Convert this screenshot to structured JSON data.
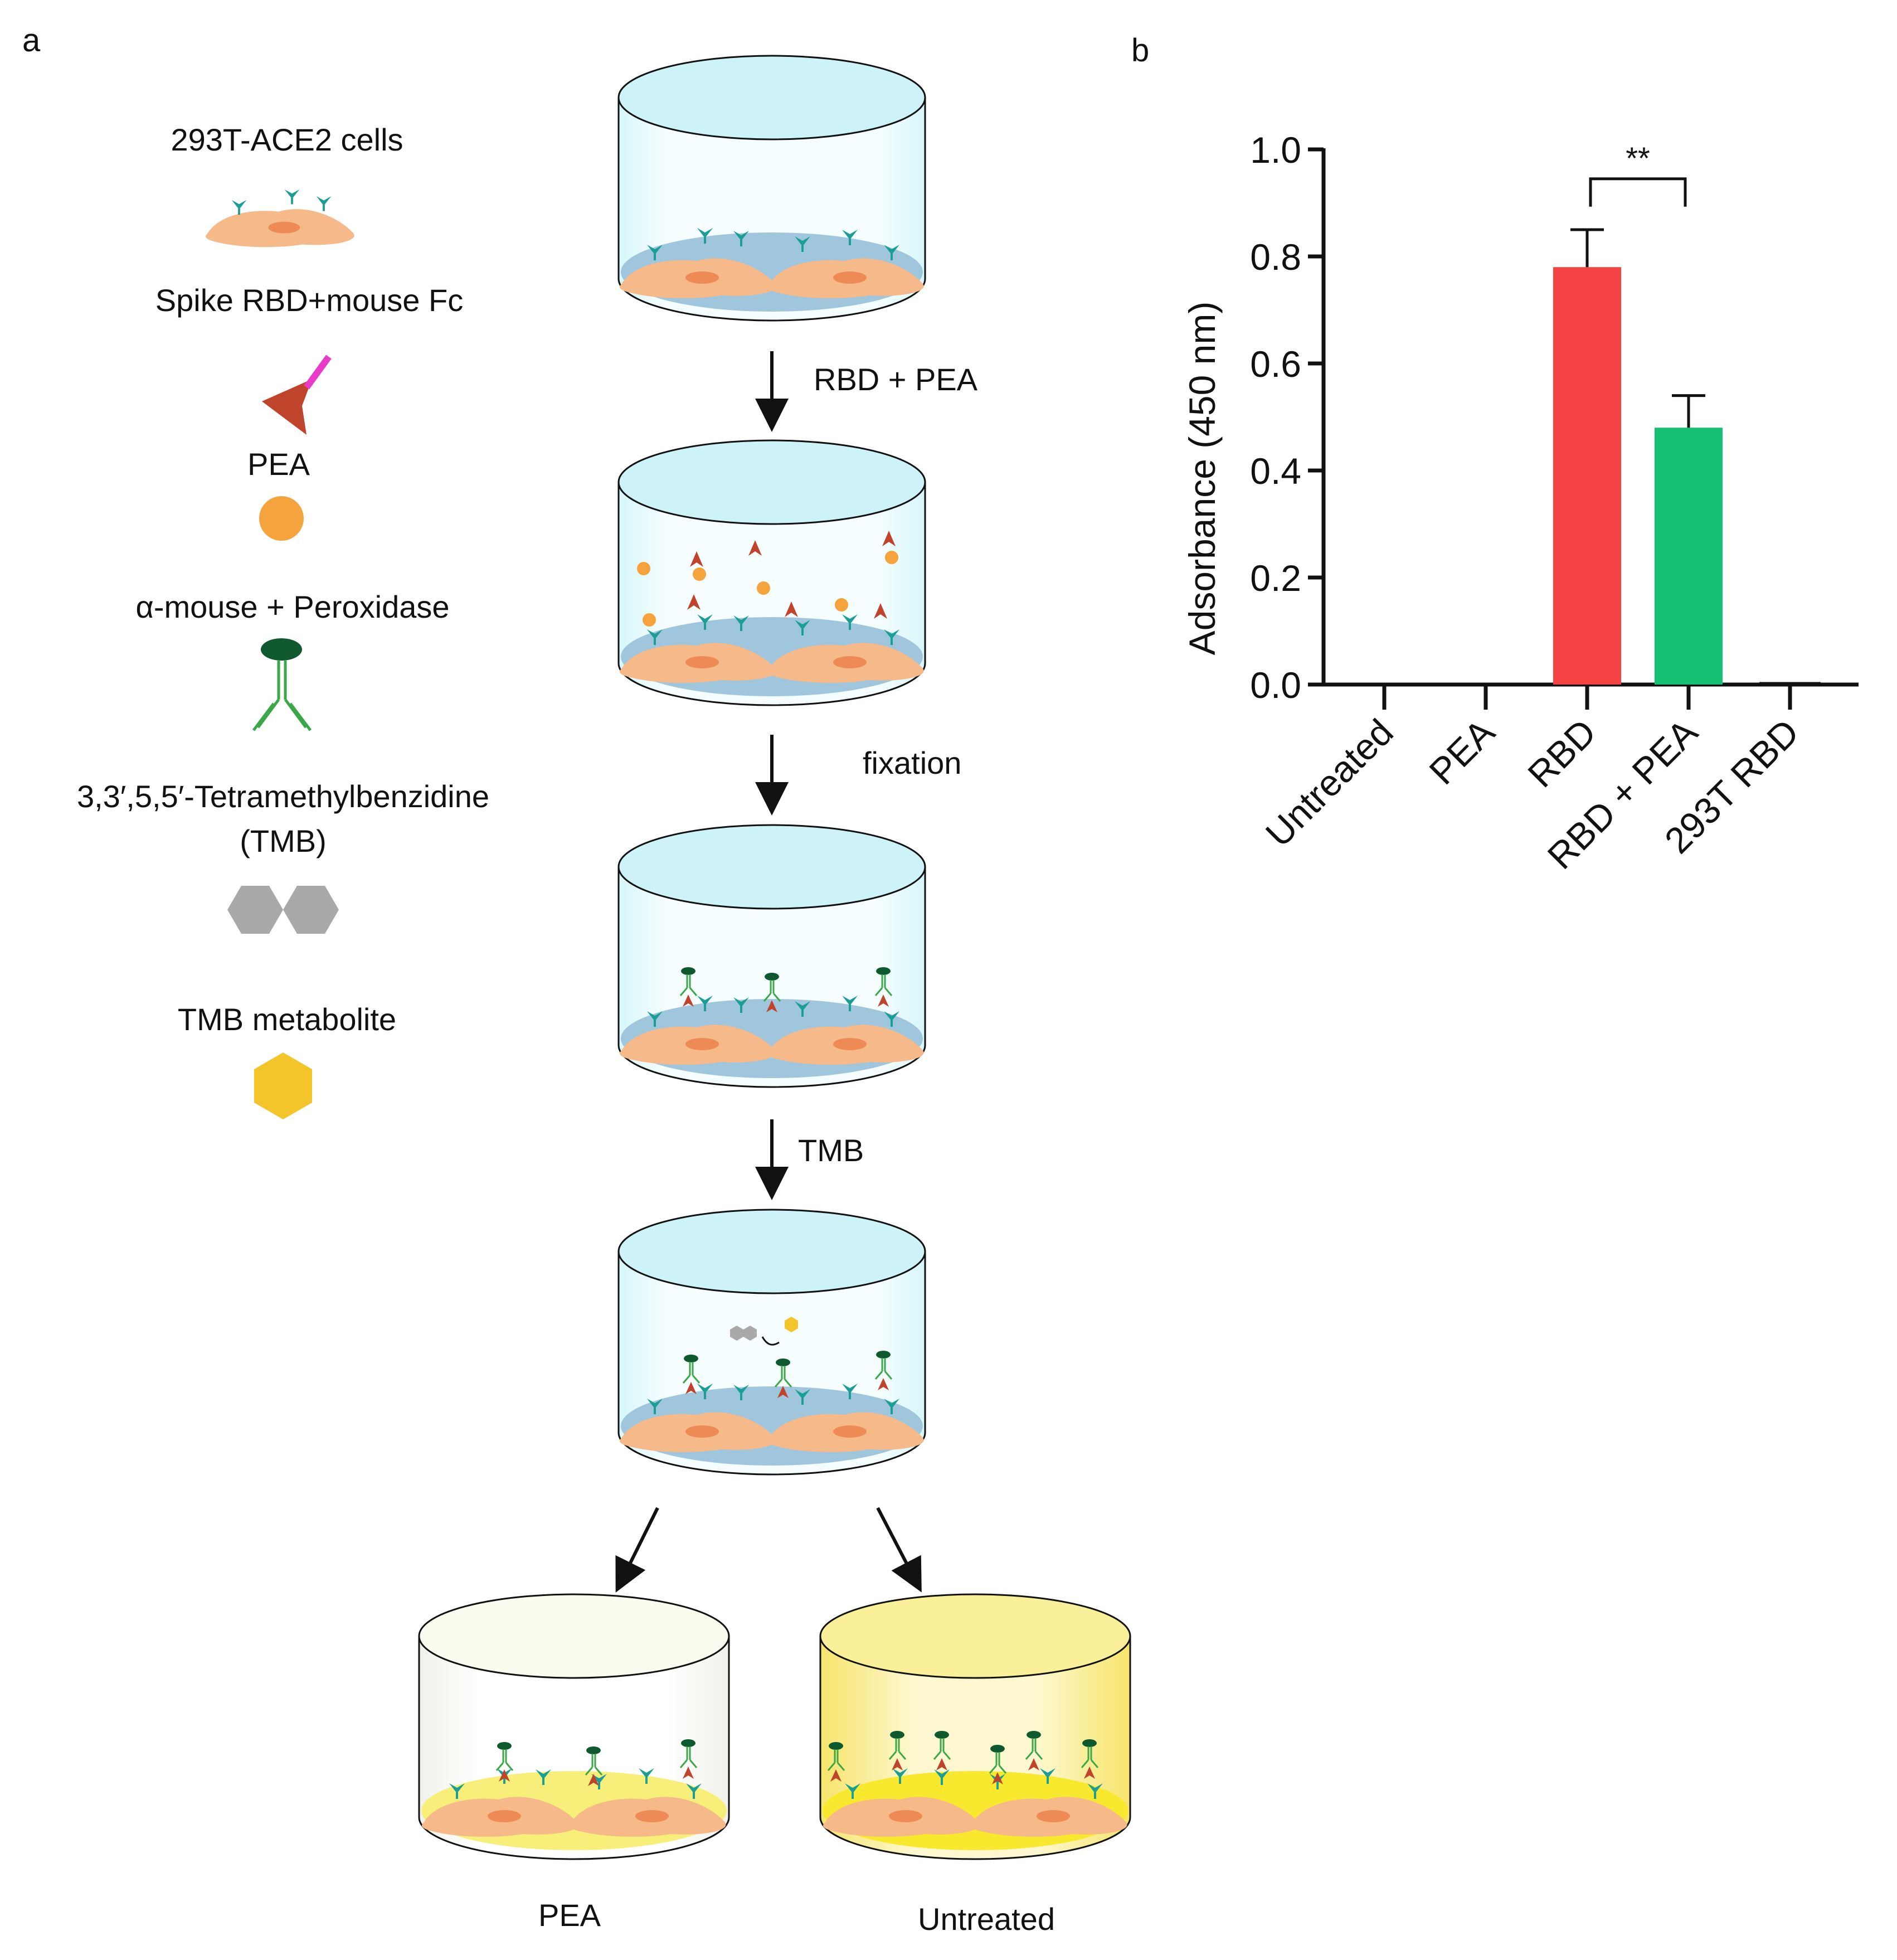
{
  "panel_labels": {
    "a": "a",
    "b": "b"
  },
  "legend": {
    "cells": "293T-ACE2 cells",
    "rbd": "Spike  RBD+mouse Fc",
    "pea": "PEA",
    "antibody": "α-mouse + Peroxidase",
    "tmb_line1": "3,3′,5,5′-Tetramethylbenzidine",
    "tmb_line2": "(TMB)",
    "tmb_metabolite": "TMB metabolite"
  },
  "steps": {
    "step1": "RBD + PEA",
    "step2": "fixation",
    "step3": "TMB"
  },
  "outcomes": {
    "left": "PEA",
    "right": "Untreated"
  },
  "colors": {
    "cell": "#f6b98a",
    "nucleus": "#ee8a55",
    "receptor": "#1a9e96",
    "rbd": "#c0432b",
    "fc_tag": "#e83cc8",
    "pea": "#f5a33c",
    "antibody_head": "#0e5a2e",
    "antibody_arms": "#3aa846",
    "tmb": "#a9a9a9",
    "tmb_metabolite": "#f4c52a",
    "bar_rbd": "#f54242",
    "bar_rbd_pea": "#16c173"
  },
  "chart_data": {
    "type": "bar",
    "categories": [
      "Untreated",
      "PEA",
      "RBD",
      "RBD + PEA",
      "293T RBD"
    ],
    "values": [
      0.0,
      0.0,
      0.78,
      0.48,
      0.0
    ],
    "errors": [
      0,
      0,
      0.07,
      0.06,
      0
    ],
    "ylabel": "Adsorbance (450 nm)",
    "ylim": [
      0,
      1.0
    ],
    "yticks": [
      0.0,
      0.2,
      0.4,
      0.6,
      0.8,
      1.0
    ],
    "ytick_labels": [
      "0.0",
      "0.2",
      "0.4",
      "0.6",
      "0.8",
      "1.0"
    ],
    "significance": {
      "from": "RBD",
      "to": "RBD + PEA",
      "label": "**"
    }
  }
}
